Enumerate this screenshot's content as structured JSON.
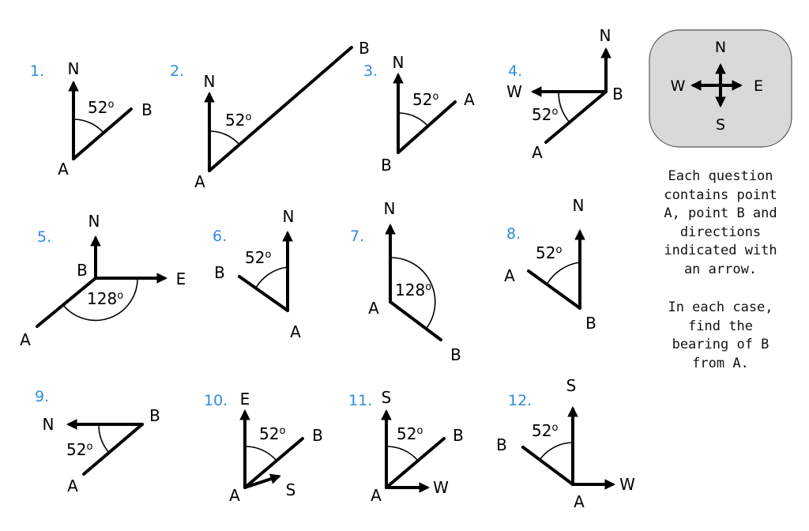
{
  "questions": [
    {
      "number": "1.",
      "labels": {
        "A": "A",
        "B": "B",
        "N": "N"
      },
      "angle": "52"
    },
    {
      "number": "2.",
      "labels": {
        "A": "A",
        "B": "B",
        "N": "N"
      },
      "angle": "52"
    },
    {
      "number": "3.",
      "labels": {
        "A": "A",
        "B": "B",
        "N": "N"
      },
      "angle": "52"
    },
    {
      "number": "4.",
      "labels": {
        "A": "A",
        "B": "B",
        "N": "N",
        "W": "W"
      },
      "angle": "52"
    },
    {
      "number": "5.",
      "labels": {
        "A": "A",
        "B": "B",
        "N": "N",
        "E": "E"
      },
      "angle": "128"
    },
    {
      "number": "6.",
      "labels": {
        "A": "A",
        "B": "B",
        "N": "N"
      },
      "angle": "52"
    },
    {
      "number": "7.",
      "labels": {
        "A": "A",
        "B": "B",
        "N": "N"
      },
      "angle": "128"
    },
    {
      "number": "8.",
      "labels": {
        "A": "A",
        "B": "B",
        "N": "N"
      },
      "angle": "52"
    },
    {
      "number": "9.",
      "labels": {
        "A": "A",
        "B": "B",
        "N": "N"
      },
      "angle": "52"
    },
    {
      "number": "10.",
      "labels": {
        "A": "A",
        "B": "B",
        "E": "E",
        "S": "S"
      },
      "angle": "52"
    },
    {
      "number": "11.",
      "labels": {
        "A": "A",
        "B": "B",
        "S": "S",
        "W": "W"
      },
      "angle": "52"
    },
    {
      "number": "12.",
      "labels": {
        "A": "A",
        "B": "B",
        "S": "S",
        "W": "W"
      },
      "angle": "52"
    }
  ],
  "degree_symbol": "o",
  "compass": {
    "N": "N",
    "E": "E",
    "S": "S",
    "W": "W",
    "fill": "#d9d9d9"
  },
  "instructions": {
    "paragraph1": "Each question contains point A, point B and directions indicated with an arrow.",
    "paragraph2": "In each case, find the bearing of B from A."
  },
  "colors": {
    "question_number": "#2e8be0",
    "ink": "#000000"
  }
}
